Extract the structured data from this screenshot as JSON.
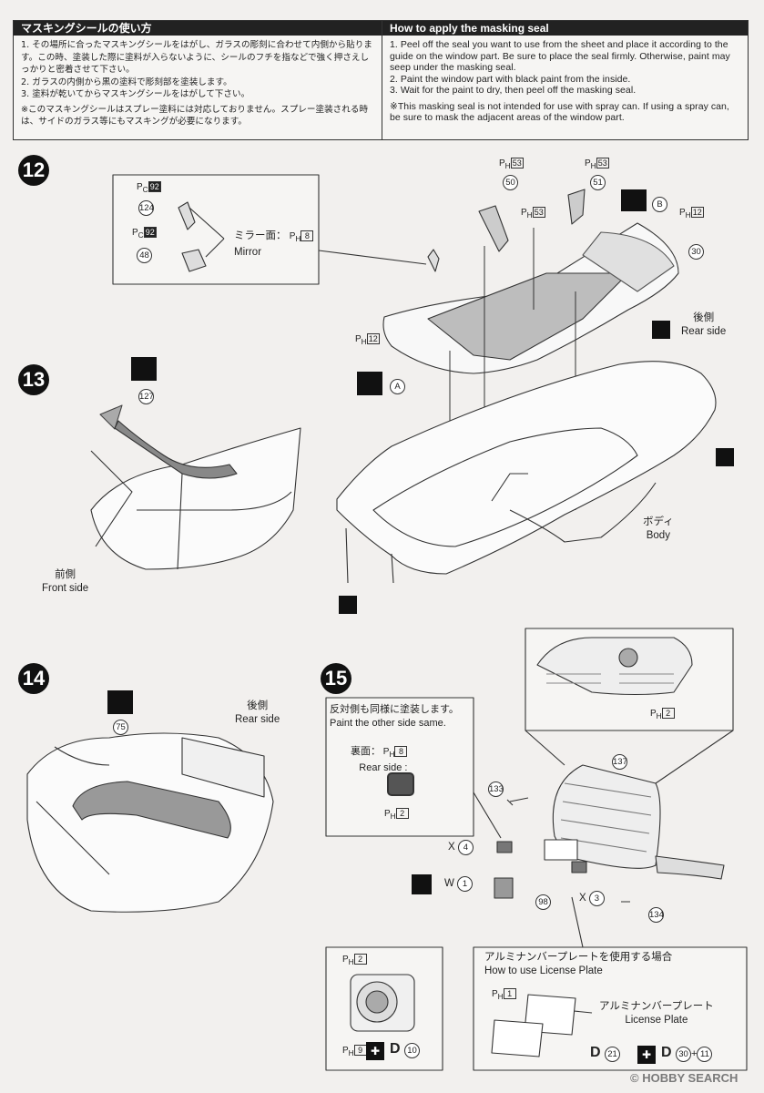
{
  "header": {
    "jp_title": "マスキングシールの使い方",
    "en_title": "How to apply the masking seal",
    "jp_steps": [
      "1. その場所に合ったマスキングシールをはがし、ガラスの彫刻に合わせて内側から貼ります。この時、塗装した際に塗料が入らないように、シールのフチを指などで強く押さえしっかりと密着させて下さい。",
      "2. ガラスの内側から黒の塗料で彫刻部を塗装します。",
      "3. 塗料が乾いてからマスキングシールをはがして下さい。"
    ],
    "jp_note": "※このマスキングシールはスプレー塗料には対応しておりません。スプレー塗装される時は、サイドのガラス等にもマスキングが必要になります。",
    "en_steps": [
      "1. Peel off the seal you want to use from the sheet and place it according to the guide on the window part. Be sure to place the seal firmly. Otherwise, paint may seep under the masking seal.",
      "2. Paint the window part with black paint from the inside.",
      "3. Wait for the paint to dry, then peel off the masking seal."
    ],
    "en_note": "※This masking seal is not intended for use with spray can. If using a spray can, be sure to mask the adjacent areas of the window part."
  },
  "steps": {
    "s12": "12",
    "s13": "13",
    "s14": "14",
    "s15": "15"
  },
  "step12": {
    "inset_pc1": "92",
    "inset_part1": "124",
    "inset_pc2": "92",
    "inset_part2": "48",
    "mirror_jp": "ミラー面：",
    "mirror_en": "Mirror",
    "mirror_ph": "8",
    "ph53a": "53",
    "part50": "50",
    "ph53b": "53",
    "part51": "51",
    "ph53c": "53",
    "seal_b": "B",
    "ph12a": "12",
    "part30": "30",
    "ph12b": "12",
    "seal_a": "A",
    "rear_jp": "後側",
    "rear_en": "Rear side",
    "body_jp": "ボディ",
    "body_en": "Body"
  },
  "step13": {
    "part127": "127",
    "front_jp": "前側",
    "front_en": "Front side"
  },
  "step14": {
    "part75": "75",
    "rear_jp": "後側",
    "rear_en": "Rear side"
  },
  "step15": {
    "note_jp": "反対側も同様に塗装します。",
    "note_en": "Paint the other side same.",
    "rear_jp": "裏面：",
    "rear_en": "Rear side :",
    "rear_ph": "8",
    "ph2a": "2",
    "ph2b": "2",
    "part137": "137",
    "part133": "133",
    "x4": "X",
    "part4": "4",
    "w1": "W",
    "part1": "1",
    "part98": "98",
    "x3": "X",
    "part3": "3",
    "part134": "134",
    "emblem_ph2": "2",
    "emblem_ph9": "9",
    "emblem_d": "D",
    "emblem_d10": "10",
    "plate_jp": "アルミナンバープレートを使用する場合",
    "plate_en": "How to use License Plate",
    "plate_ph1": "1",
    "plate_label_jp": "アルミナンバープレート",
    "plate_label_en": "License Plate",
    "plate_d1": "D",
    "plate_d21": "21",
    "plate_d2": "D",
    "plate_d30": "30",
    "plate_plus": "+",
    "plate_d11": "11"
  },
  "footer": {
    "logo": "HOBBY SEARCH",
    "copyright": "©"
  }
}
